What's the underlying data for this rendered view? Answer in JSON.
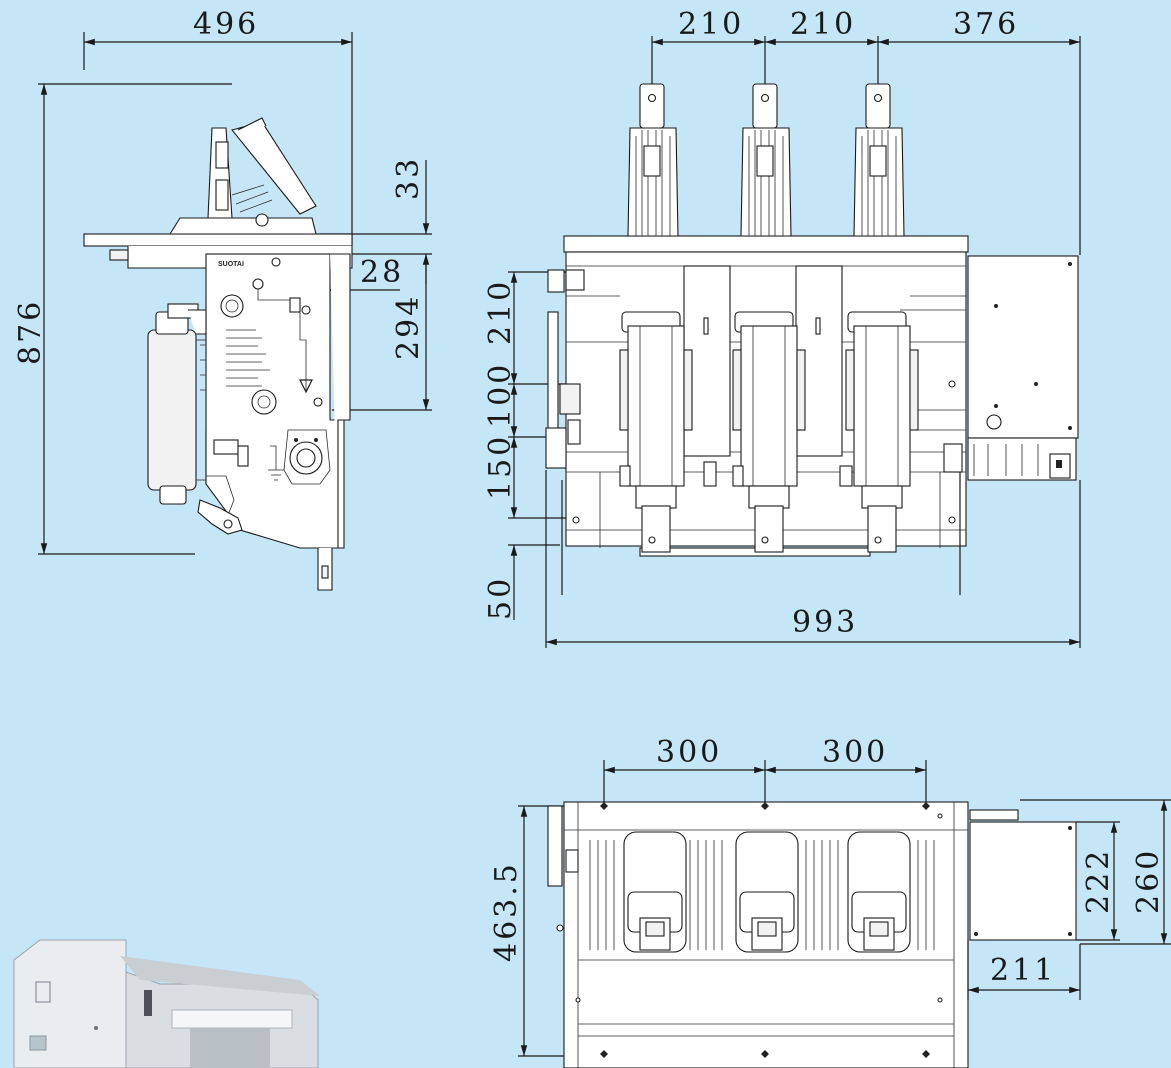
{
  "side_view": {
    "width": "496",
    "height": "876",
    "top_offset": "33",
    "panel_offset": "28",
    "panel_height": "294",
    "brand_label": "SUOTAI"
  },
  "front_view": {
    "pole_spacing_1": "210",
    "pole_spacing_2": "210",
    "right_offset": "376",
    "height_a": "210",
    "height_b": "100",
    "height_c": "150",
    "height_d": "50",
    "total_width": "993"
  },
  "bottom_view": {
    "spacing_1": "300",
    "spacing_2": "300",
    "depth": "463.5",
    "box_height": "222",
    "box_total": "260",
    "box_width": "211"
  },
  "colors": {
    "background": "#c5e6f7",
    "line": "#1a1a1a"
  }
}
